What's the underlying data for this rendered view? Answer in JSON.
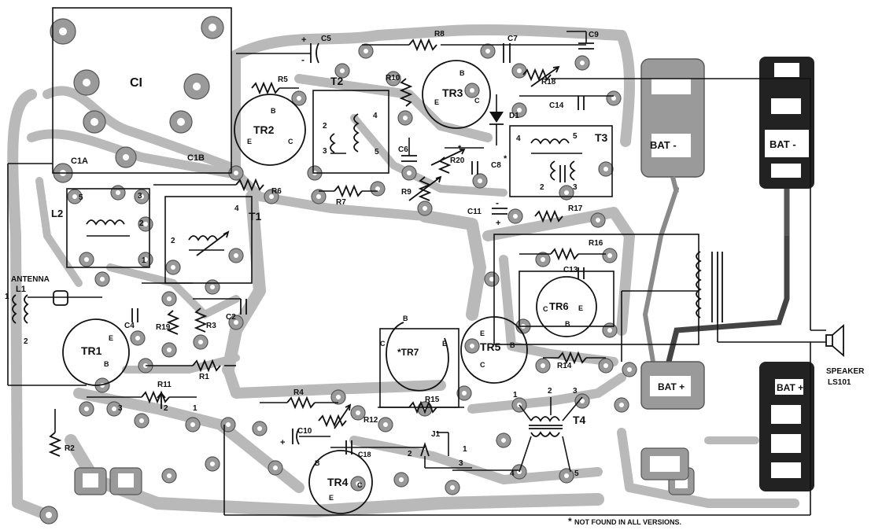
{
  "labels": {
    "C1": "CI",
    "C1A": "C1A",
    "C1B": "C1B",
    "L2": "L2",
    "T1": "T1",
    "T2": "T2",
    "T3": "T3",
    "T4": "T4",
    "TR1": "TR1",
    "TR2": "TR2",
    "TR3": "TR3",
    "TR4": "TR4",
    "TR5": "TR5",
    "TR6": "TR6",
    "TR7": "*TR7",
    "R1": "R1",
    "R2": "R2",
    "R3": "R3",
    "R4": "R4",
    "R5": "R5",
    "R6": "R6",
    "R7": "R7",
    "R8": "R8",
    "R9": "R9",
    "R10": "R10",
    "R11": "R11",
    "R12": "R12",
    "R14": "R14",
    "R15": "R15",
    "R16": "R16",
    "R17": "R17",
    "R18": "R18",
    "R19": "R19",
    "R20": "R20",
    "C2": "C2",
    "C4": "C4",
    "C5": "C5",
    "C6": "C6",
    "C7": "C7",
    "C8": "C8",
    "C9": "C9",
    "C10": "C10",
    "C11": "C11",
    "C13": "C13",
    "C14": "C14",
    "C18": "C18",
    "D1": "D1",
    "J1": "J1",
    "antenna": "ANTENNA",
    "L1": "L1",
    "bat_minus": "BAT -",
    "bat_plus": "BAT +",
    "speaker": "SPEAKER",
    "ls101": "LS101",
    "footnote": "NOT FOUND IN ALL VERSIONS.",
    "asterisk": "*"
  },
  "pins": {
    "e": "E",
    "b": "B",
    "c": "C",
    "n1": "1",
    "n2": "2",
    "n3": "3",
    "n4": "4",
    "n5": "5",
    "plus": "+",
    "minus": "-"
  }
}
